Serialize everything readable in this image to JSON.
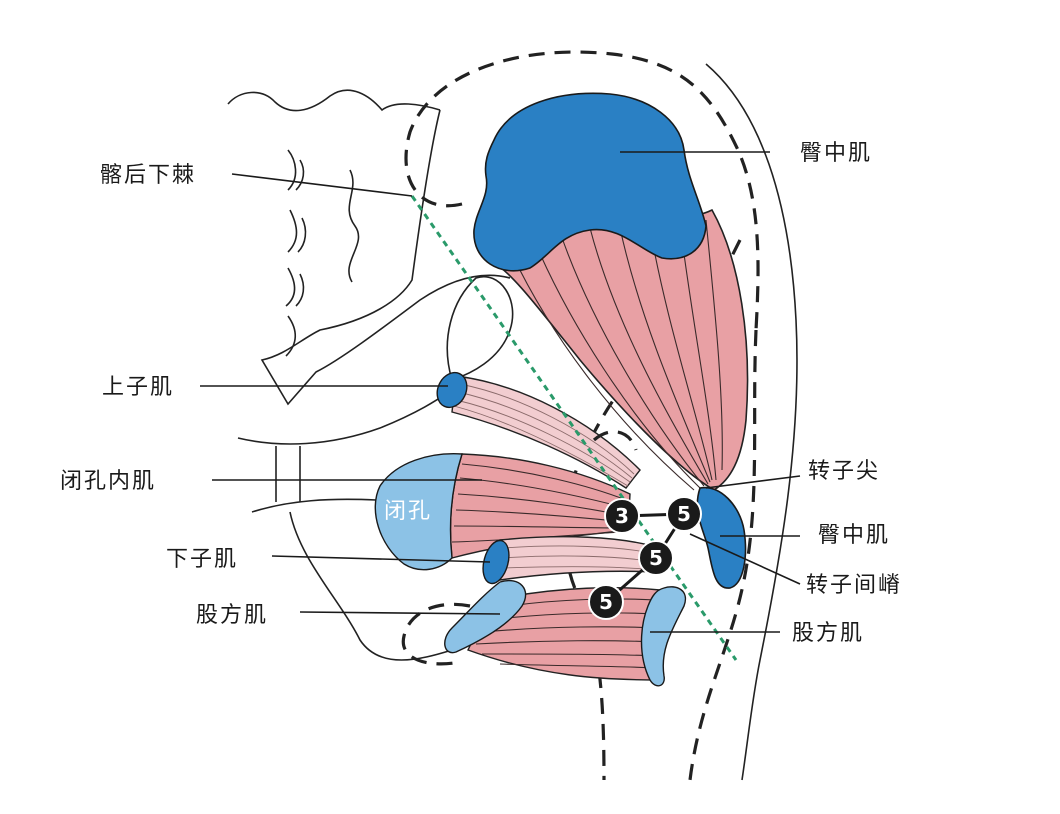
{
  "labels": {
    "iliac_spine": "髂后下棘",
    "gluteus_medius_top": "臀中肌",
    "superior_gemellus": "上子肌",
    "obturator_internus": "闭孔内肌",
    "obturator_foramen": "闭孔",
    "inferior_gemellus": "下子肌",
    "quadratus_femoris_left": "股方肌",
    "greater_trochanter_tip": "转子尖",
    "gluteus_medius_right": "臀中肌",
    "intertrochanteric_crest": "转子间嵴",
    "quadratus_femoris_right": "股方肌"
  },
  "markers": [
    "3",
    "5",
    "5",
    "5"
  ],
  "colors": {
    "muscle_red": "#e8a0a4",
    "muscle_light": "#f2cdd0",
    "attachment_blue": "#2a80c4",
    "attachment_light": "#8cc2e6",
    "guide_line": "#2a9a6a",
    "marker_bg": "#1a1a1a"
  }
}
